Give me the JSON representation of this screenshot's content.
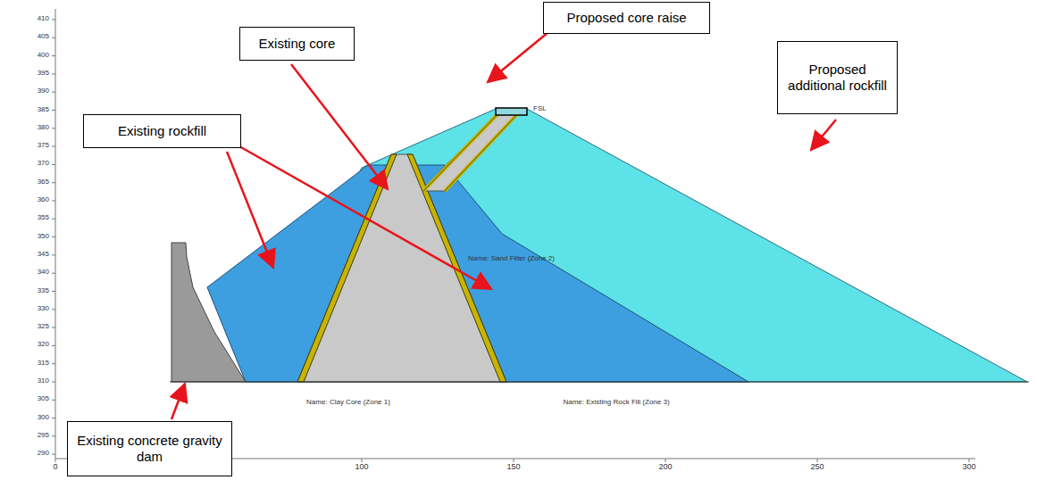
{
  "diagram": {
    "nodes": [
      {
        "text": [
          "Proposed core raise"
        ]
      },
      {
        "text": [
          "Existing core"
        ]
      },
      {
        "text": [
          "Proposed additional rockfill"
        ]
      },
      {
        "text": [
          "Existing rockfill"
        ]
      },
      {
        "text": [
          "Existing concrete gravity dam"
        ]
      }
    ],
    "labels": [
      "FSL",
      "Name: Sand Filter (Zone 2)",
      "Name: Clay Core (Zone 1)",
      "Name: Existing Rock Fill (Zone 3)",
      "410",
      "405",
      "400",
      "395",
      "390",
      "385",
      "380",
      "375",
      "370",
      "365",
      "360",
      "355",
      "350",
      "345",
      "340",
      "335",
      "330",
      "325",
      "320",
      "315",
      "310",
      "305",
      "300",
      "295",
      "290",
      "0",
      "100",
      "150",
      "200",
      "250",
      "300"
    ]
  }
}
